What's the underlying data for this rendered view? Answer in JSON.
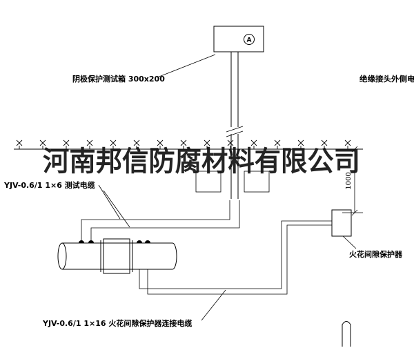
{
  "watermark": "河南邦信防腐材料有限公司",
  "labels": {
    "test_box_label": "阴极保护测试箱 300x200",
    "right_cable_label": "绝缘接头外侧电缆",
    "test_cable_label": "YJV-0.6/1 1×6  测试电缆",
    "spark_gap_label": "火花间隙保护器",
    "bottom_cable_label": "YJV-0.6/1 1×16  火花间隙保护器连接电缆"
  },
  "annotations": {
    "dimension_value": "1000",
    "ammeter_symbol": "A"
  },
  "colors": {
    "line": "#000000",
    "background": "#ffffff"
  }
}
